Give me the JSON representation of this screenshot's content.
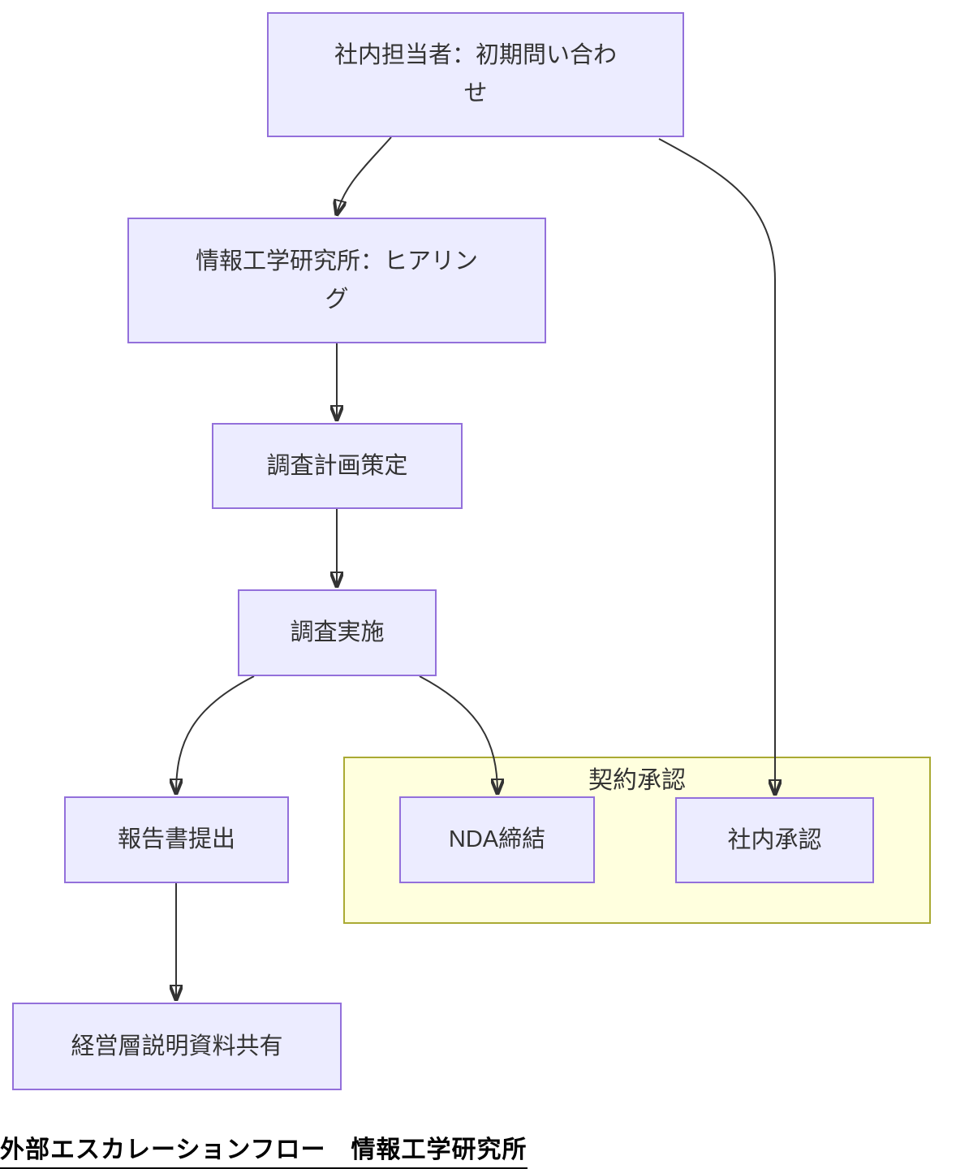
{
  "diagram": {
    "title": "外部エスカレーションフロー　情報工学研究所",
    "subgraph": {
      "label": "契約承認"
    },
    "nodes": {
      "inquiry": {
        "label": "社内担当者：初期問い合わせ"
      },
      "hearing": {
        "label": "情報工学研究所：ヒアリング"
      },
      "plan": {
        "label": "調査計画策定"
      },
      "execute": {
        "label": "調査実施"
      },
      "report": {
        "label": "報告書提出"
      },
      "nda": {
        "label": "NDA締結"
      },
      "approval": {
        "label": "社内承認"
      },
      "share": {
        "label": "経営層説明資料共有"
      }
    },
    "edges": [
      {
        "from": "社内担当者：初期問い合わせ",
        "to": "情報工学研究所：ヒアリング"
      },
      {
        "from": "情報工学研究所：ヒアリング",
        "to": "調査計画策定"
      },
      {
        "from": "調査計画策定",
        "to": "調査実施"
      },
      {
        "from": "調査実施",
        "to": "報告書提出"
      },
      {
        "from": "調査実施",
        "to": "NDA締結"
      },
      {
        "from": "社内担当者：初期問い合わせ",
        "to": "社内承認"
      },
      {
        "from": "報告書提出",
        "to": "経営層説明資料共有"
      }
    ],
    "colors": {
      "node_fill": "#ECECFF",
      "node_border": "#9370DB",
      "subgraph_fill": "#FFFFDE",
      "subgraph_border": "#AAAA33",
      "edge": "#333333",
      "text": "#333333"
    }
  }
}
